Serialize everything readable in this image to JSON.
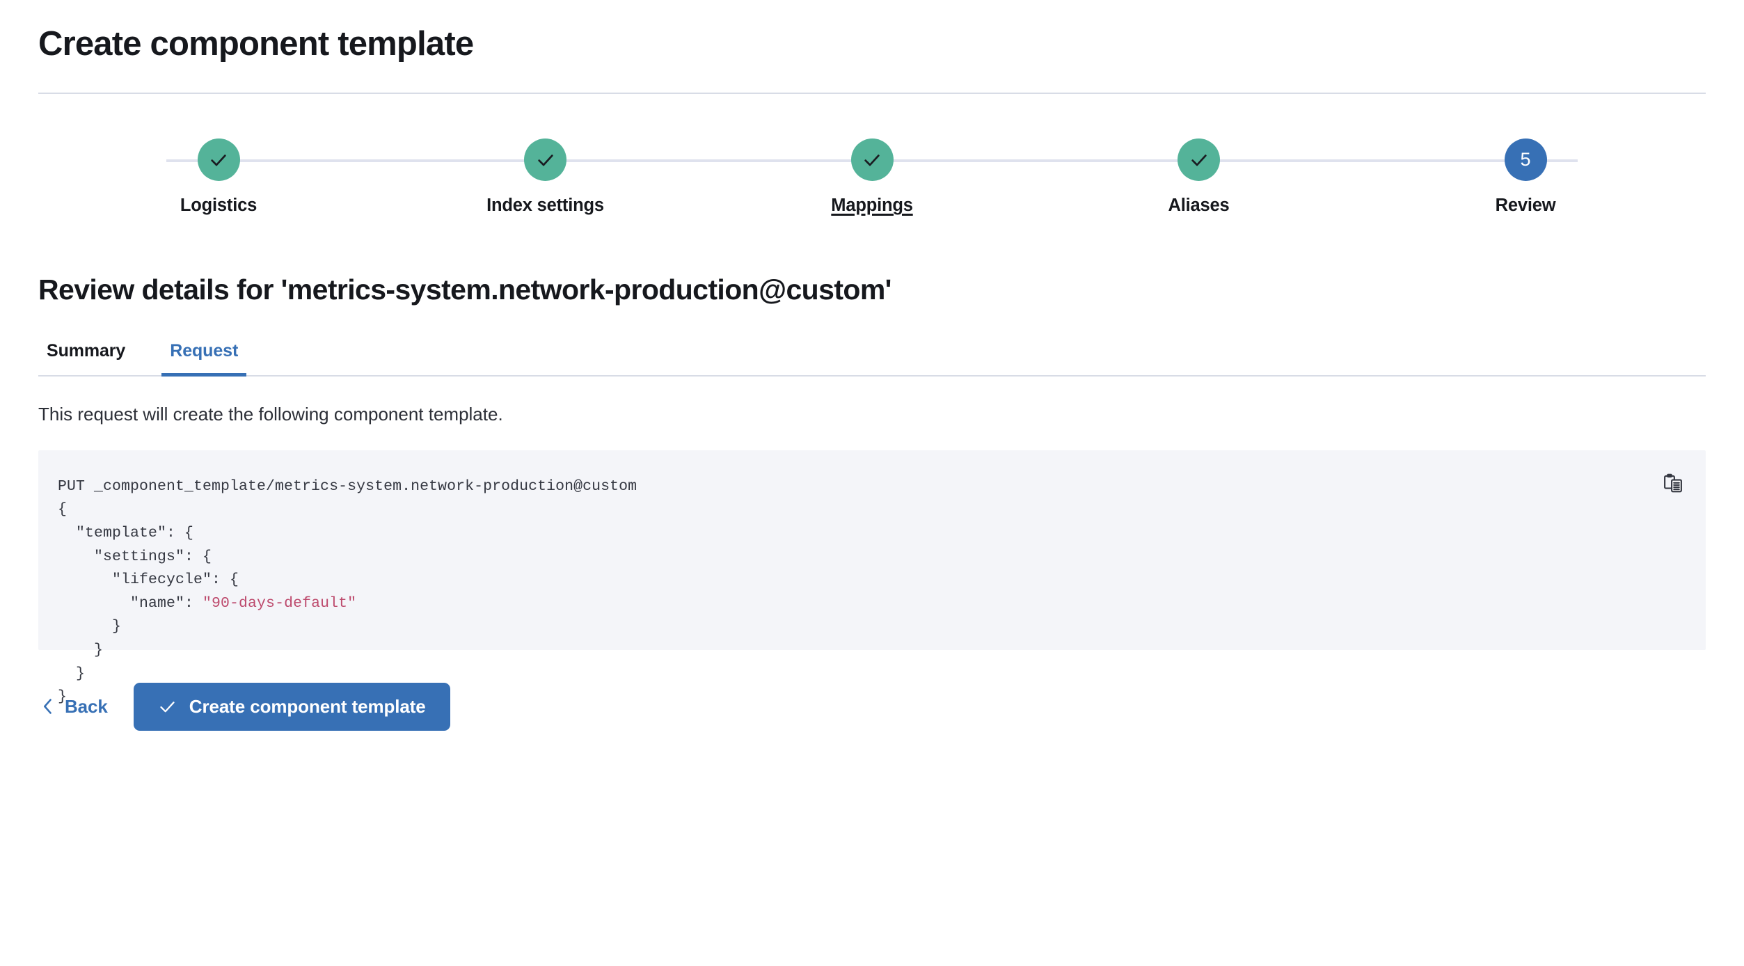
{
  "header": {
    "title": "Create component template"
  },
  "stepper": {
    "steps": [
      {
        "label": "Logistics",
        "state": "complete",
        "icon": "check-icon",
        "number": "1",
        "underlined": false
      },
      {
        "label": "Index settings",
        "state": "complete",
        "icon": "check-icon",
        "number": "2",
        "underlined": false
      },
      {
        "label": "Mappings",
        "state": "complete",
        "icon": "check-icon",
        "number": "3",
        "underlined": true
      },
      {
        "label": "Aliases",
        "state": "complete",
        "icon": "check-icon",
        "number": "4",
        "underlined": false
      },
      {
        "label": "Review",
        "state": "current",
        "icon": "number",
        "number": "5",
        "underlined": false
      }
    ],
    "complete_color": "#54b399",
    "current_color": "#3770b5",
    "track_color": "#dfe2ee"
  },
  "review": {
    "heading": "Review details for 'metrics-system.network-production@custom'",
    "tabs": [
      {
        "label": "Summary",
        "active": false
      },
      {
        "label": "Request",
        "active": true
      }
    ],
    "description": "This request will create the following component template.",
    "accent_color": "#3770b5"
  },
  "code_block": {
    "copy_icon": "copy-clipboard-icon",
    "background": "#f4f5f9",
    "string_color": "#bd4a6d",
    "lines": [
      {
        "text": "PUT _component_template/metrics-system.network-production@custom",
        "type": "plain"
      },
      {
        "text": "{",
        "type": "plain"
      },
      {
        "text": "  \"template\": {",
        "type": "plain"
      },
      {
        "text": "    \"settings\": {",
        "type": "plain"
      },
      {
        "text": "      \"lifecycle\": {",
        "type": "plain"
      },
      {
        "prefix": "        \"name\": ",
        "string": "\"90-days-default\"",
        "type": "keyvalue"
      },
      {
        "text": "      }",
        "type": "plain"
      },
      {
        "text": "    }",
        "type": "plain"
      },
      {
        "text": "  }",
        "type": "plain"
      },
      {
        "text": "}",
        "type": "plain"
      }
    ]
  },
  "actions": {
    "back_label": "Back",
    "back_icon": "chevron-left-icon",
    "create_label": "Create component template",
    "create_icon": "check-icon"
  }
}
